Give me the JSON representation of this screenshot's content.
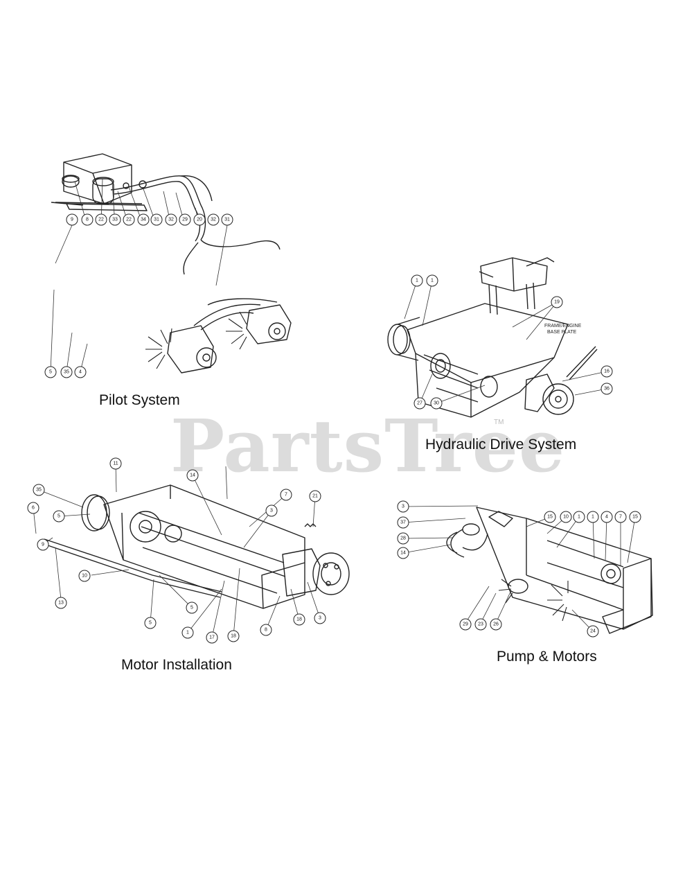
{
  "watermark": {
    "text": "PartsTree",
    "trademark": "TM"
  },
  "panels": [
    {
      "id": "pilot",
      "caption": "Pilot System",
      "callouts": [
        "9",
        "8",
        "22",
        "33",
        "22",
        "34",
        "31",
        "32",
        "29",
        "20",
        "32",
        "31",
        "5",
        "35",
        "4"
      ]
    },
    {
      "id": "hydraulic",
      "caption": "Hydraulic Drive System",
      "annotation": [
        "FRAME/ENGINE",
        "BASE PLATE"
      ],
      "callouts": [
        "1",
        "1",
        "19",
        "16",
        "36",
        "27",
        "30"
      ]
    },
    {
      "id": "motor",
      "caption": "Motor Installation",
      "callouts": [
        "35",
        "6",
        "5",
        "9",
        "13",
        "10",
        "5",
        "5",
        "11",
        "14",
        "7",
        "3",
        "21",
        "1",
        "17",
        "18",
        "8",
        "18",
        "3"
      ]
    },
    {
      "id": "pump",
      "caption": "Pump & Motors",
      "callouts": [
        "3",
        "37",
        "28",
        "14",
        "15",
        "10",
        "1",
        "1",
        "4",
        "7",
        "15",
        "29",
        "23",
        "26",
        "24"
      ]
    }
  ]
}
